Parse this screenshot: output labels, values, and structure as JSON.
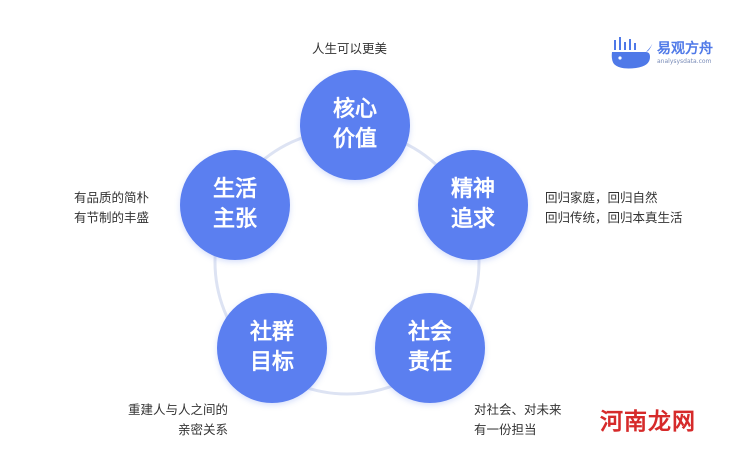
{
  "diagram": {
    "nodes": [
      {
        "line1": "核心",
        "line2": "价值",
        "caption": [
          "人生可以更美"
        ]
      },
      {
        "line1": "精神",
        "line2": "追求",
        "caption": [
          "回归家庭，回归自然",
          "回归传统，回归本真生活"
        ]
      },
      {
        "line1": "社会",
        "line2": "责任",
        "caption": [
          "对社会、对未来",
          "有一份担当"
        ]
      },
      {
        "line1": "社群",
        "line2": "目标",
        "caption": [
          "重建人与人之间的",
          "亲密关系"
        ]
      },
      {
        "line1": "生活",
        "line2": "主张",
        "caption": [
          "有品质的简朴",
          "有节制的丰盛"
        ]
      }
    ],
    "colors": {
      "node": "#5b7ff0",
      "ring": "#dde3f3",
      "text": "#333333"
    }
  },
  "logo": {
    "name": "易观方舟",
    "sub": "analysysdata.com"
  },
  "watermark": {
    "text": "河南龙网"
  }
}
